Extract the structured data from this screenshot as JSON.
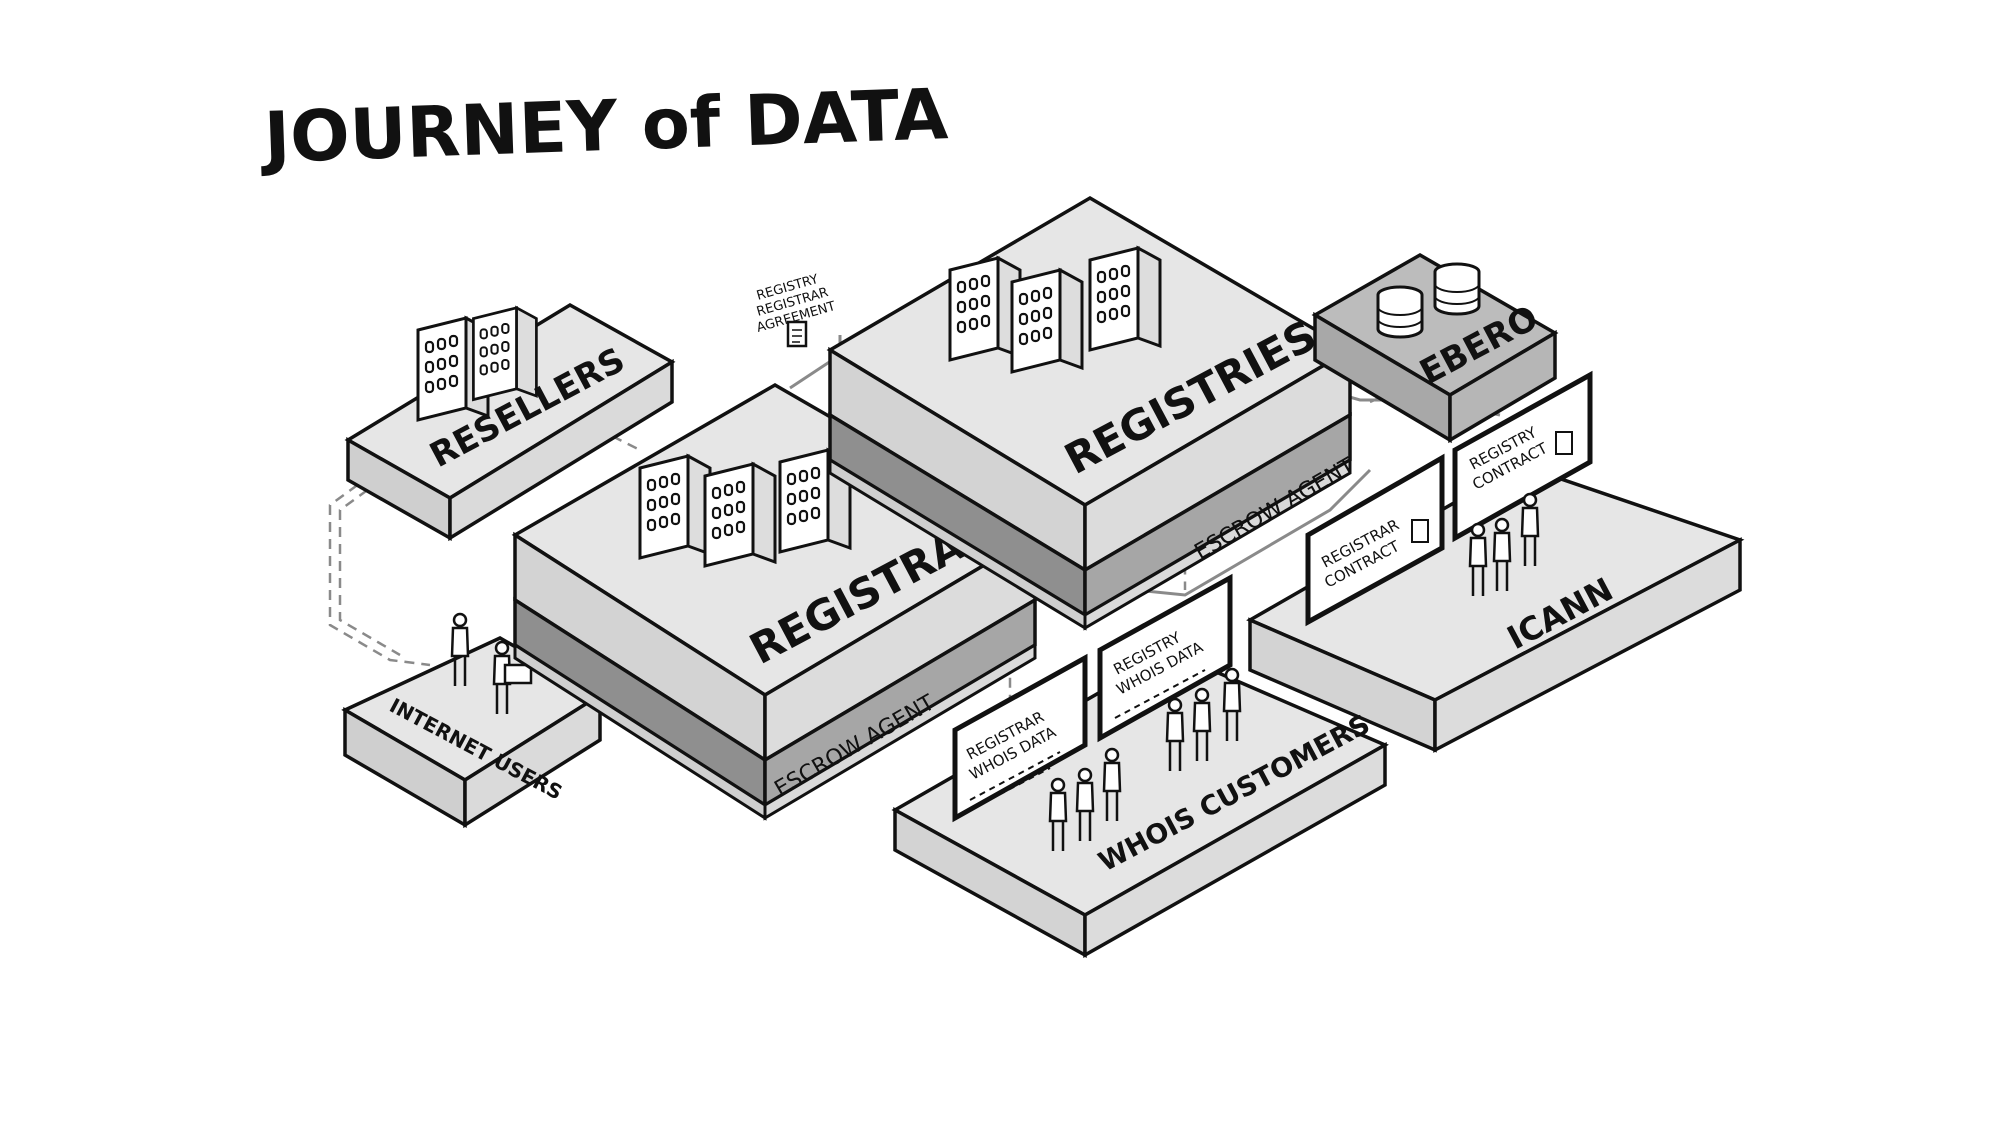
{
  "title": "JOURNEY of DATA",
  "platforms": {
    "resellers": "RESELLERS",
    "registrars": "REGISTRARS",
    "registries": "REGISTRIES",
    "ebero": "EBERO",
    "internet_users": "INTERNET USERS",
    "whois_customers": "WHOIS CUSTOMERS",
    "icann": "ICANN"
  },
  "escrow": {
    "registrars": "ESCROW AGENT",
    "registries": "ESCROW AGENT"
  },
  "agreement": {
    "line1": "REGISTRY",
    "line2": "REGISTRAR",
    "line3": "AGREEMENT"
  },
  "boards": {
    "registrar_whois": {
      "line1": "REGISTRAR",
      "line2": "WHOIS DATA"
    },
    "registry_whois": {
      "line1": "REGISTRY",
      "line2": "WHOIS DATA"
    },
    "registrar_contract": {
      "line1": "REGISTRAR",
      "line2": "CONTRACT"
    },
    "registry_contract": {
      "line1": "REGISTRY",
      "line2": "CONTRACT"
    }
  },
  "colors": {
    "ink": "#111111",
    "top_face": "#e6e6e6",
    "side_face": "#cfcfcf",
    "escrow_band": "#9e9e9e",
    "connector": "#8a8a8a"
  }
}
